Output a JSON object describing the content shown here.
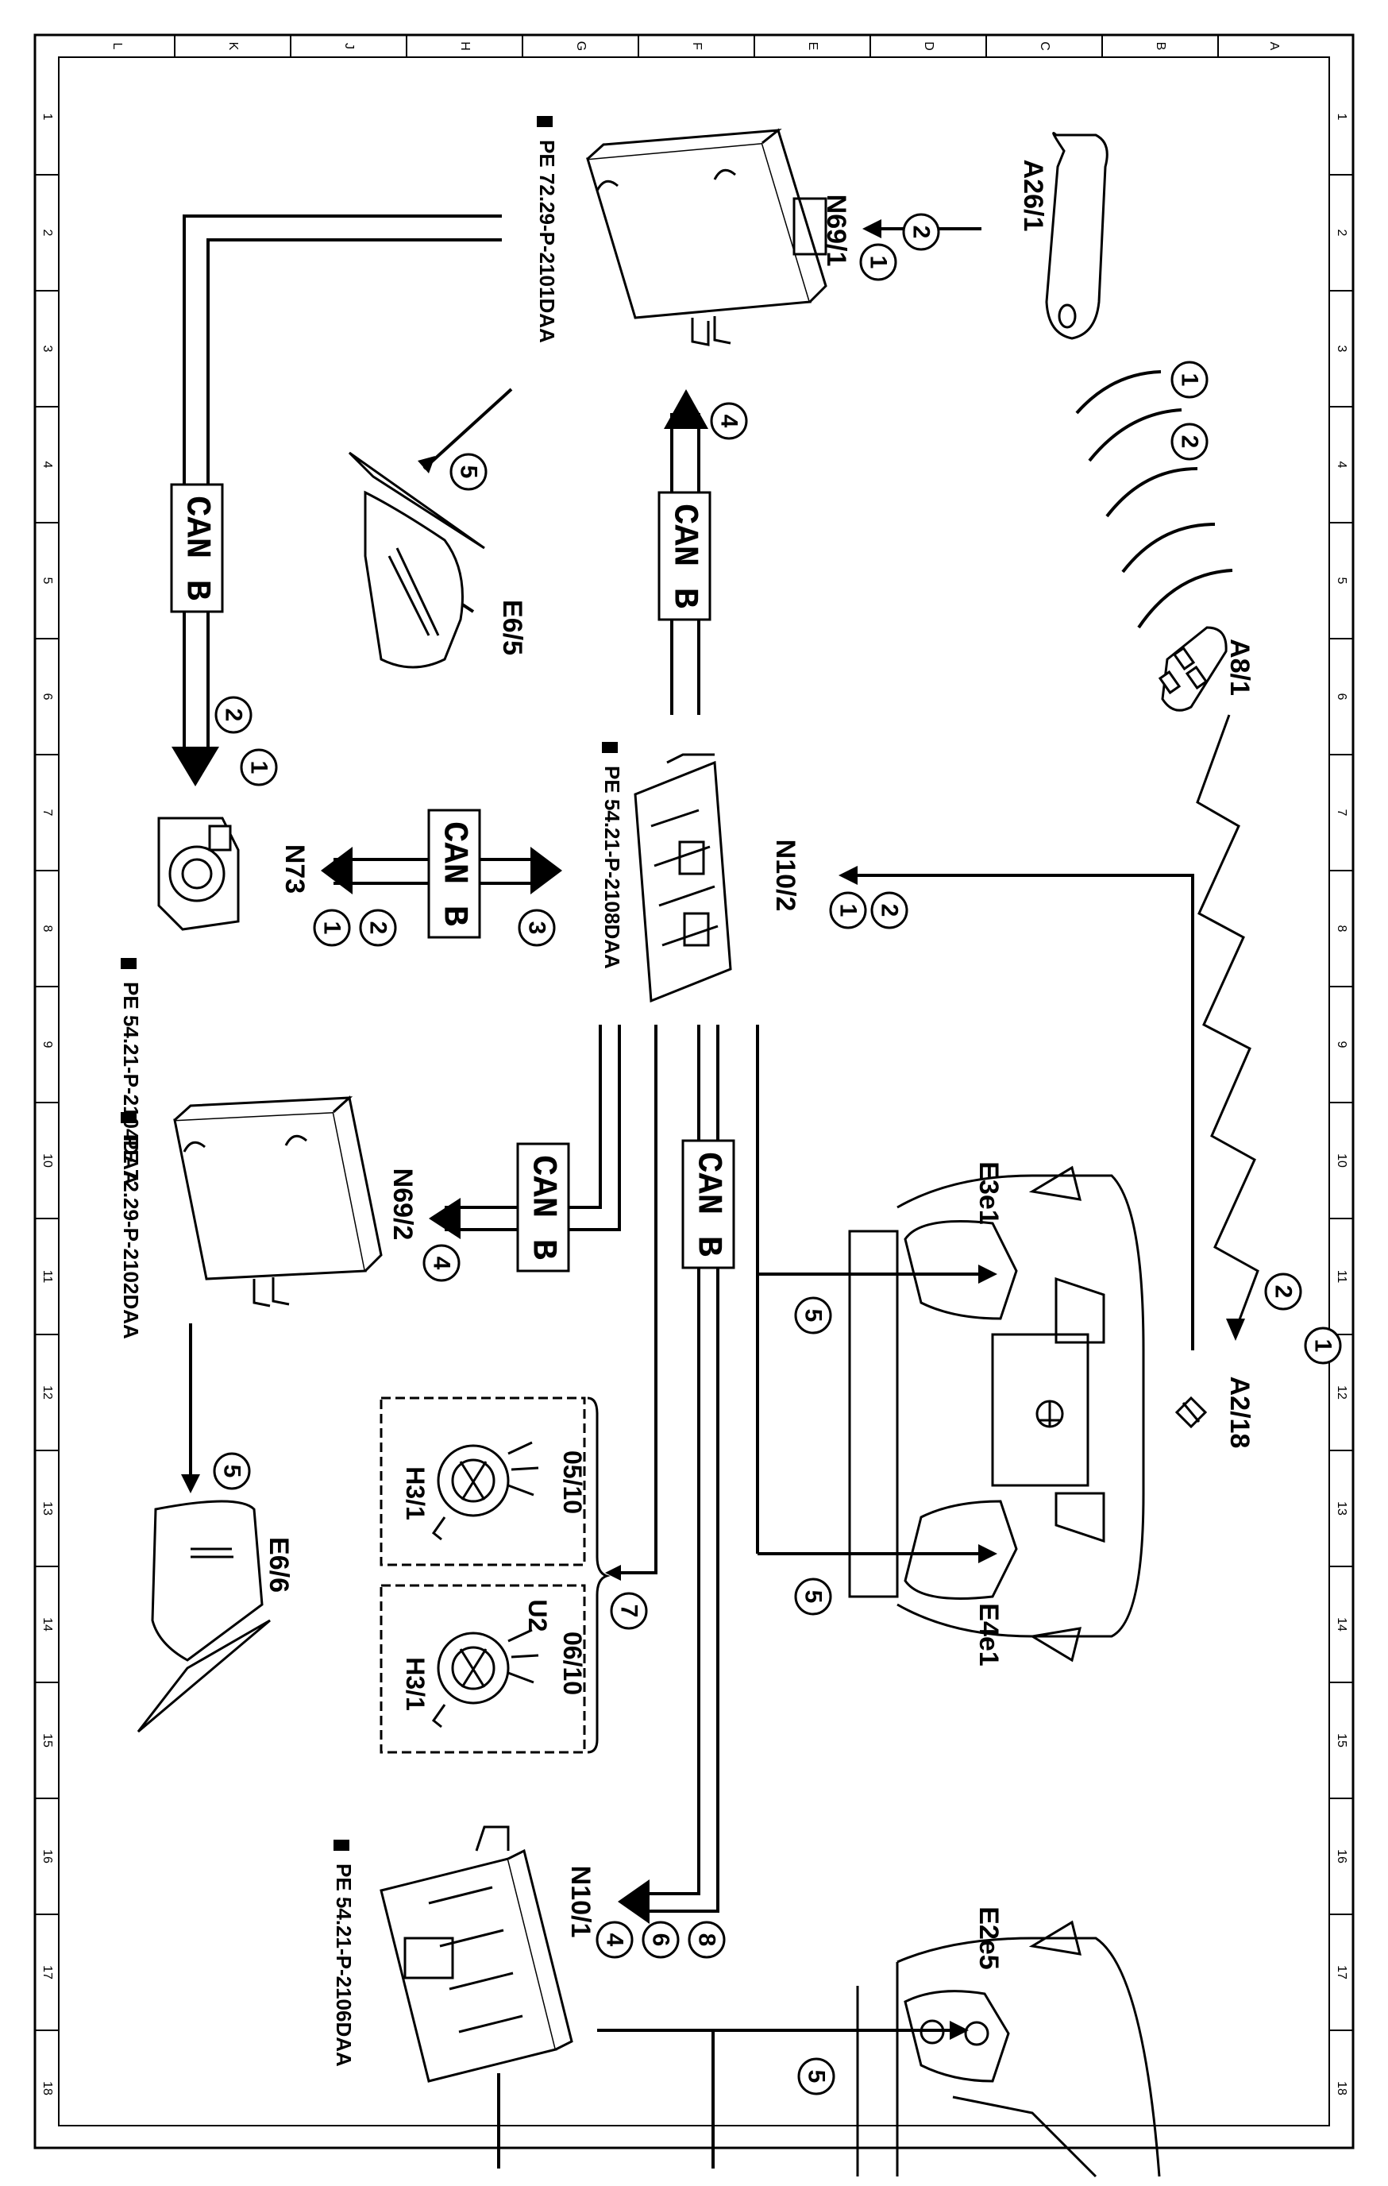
{
  "grid": {
    "letters": [
      "L",
      "K",
      "J",
      "H",
      "G",
      "F",
      "E",
      "D",
      "C",
      "B",
      "A"
    ],
    "numbers": [
      "1",
      "2",
      "3",
      "4",
      "5",
      "6",
      "7",
      "8",
      "9",
      "10",
      "11",
      "12",
      "13",
      "14",
      "15",
      "16",
      "17",
      "18"
    ]
  },
  "components": {
    "a26_1": "A26/1",
    "n69_1": "N69/1",
    "a8_1": "A8/1",
    "e6_5": "E6/5",
    "n10_2": "N10/2",
    "n73": "N73",
    "n69_2": "N69/2",
    "e3e1": "E3e1",
    "a2_18": "A2/18",
    "e4e1": "E4e1",
    "e6_6": "E6/6",
    "h3_1_a": "H3/1",
    "h3_1_b": "H3/1",
    "u2": "U2",
    "n10_1": "N10/1",
    "e2e5": "E2e5"
  },
  "references": {
    "n69_1_ref": "PE  72.29-P-2101DAA",
    "n10_2_ref": "PE  54.21-P-2108DAA",
    "n73_ref": "PE  54.21-P-2104DAA",
    "n69_2_ref": "PE  72.29-P-2102DAA",
    "n10_1_ref": "PE  54.21-P-2106DAA"
  },
  "bus_labels": {
    "can_b": "CAN B"
  },
  "model_years": {
    "until": "05/10",
    "from": "06/10"
  },
  "markers": [
    "1",
    "2",
    "3",
    "4",
    "5",
    "6",
    "7",
    "8"
  ]
}
